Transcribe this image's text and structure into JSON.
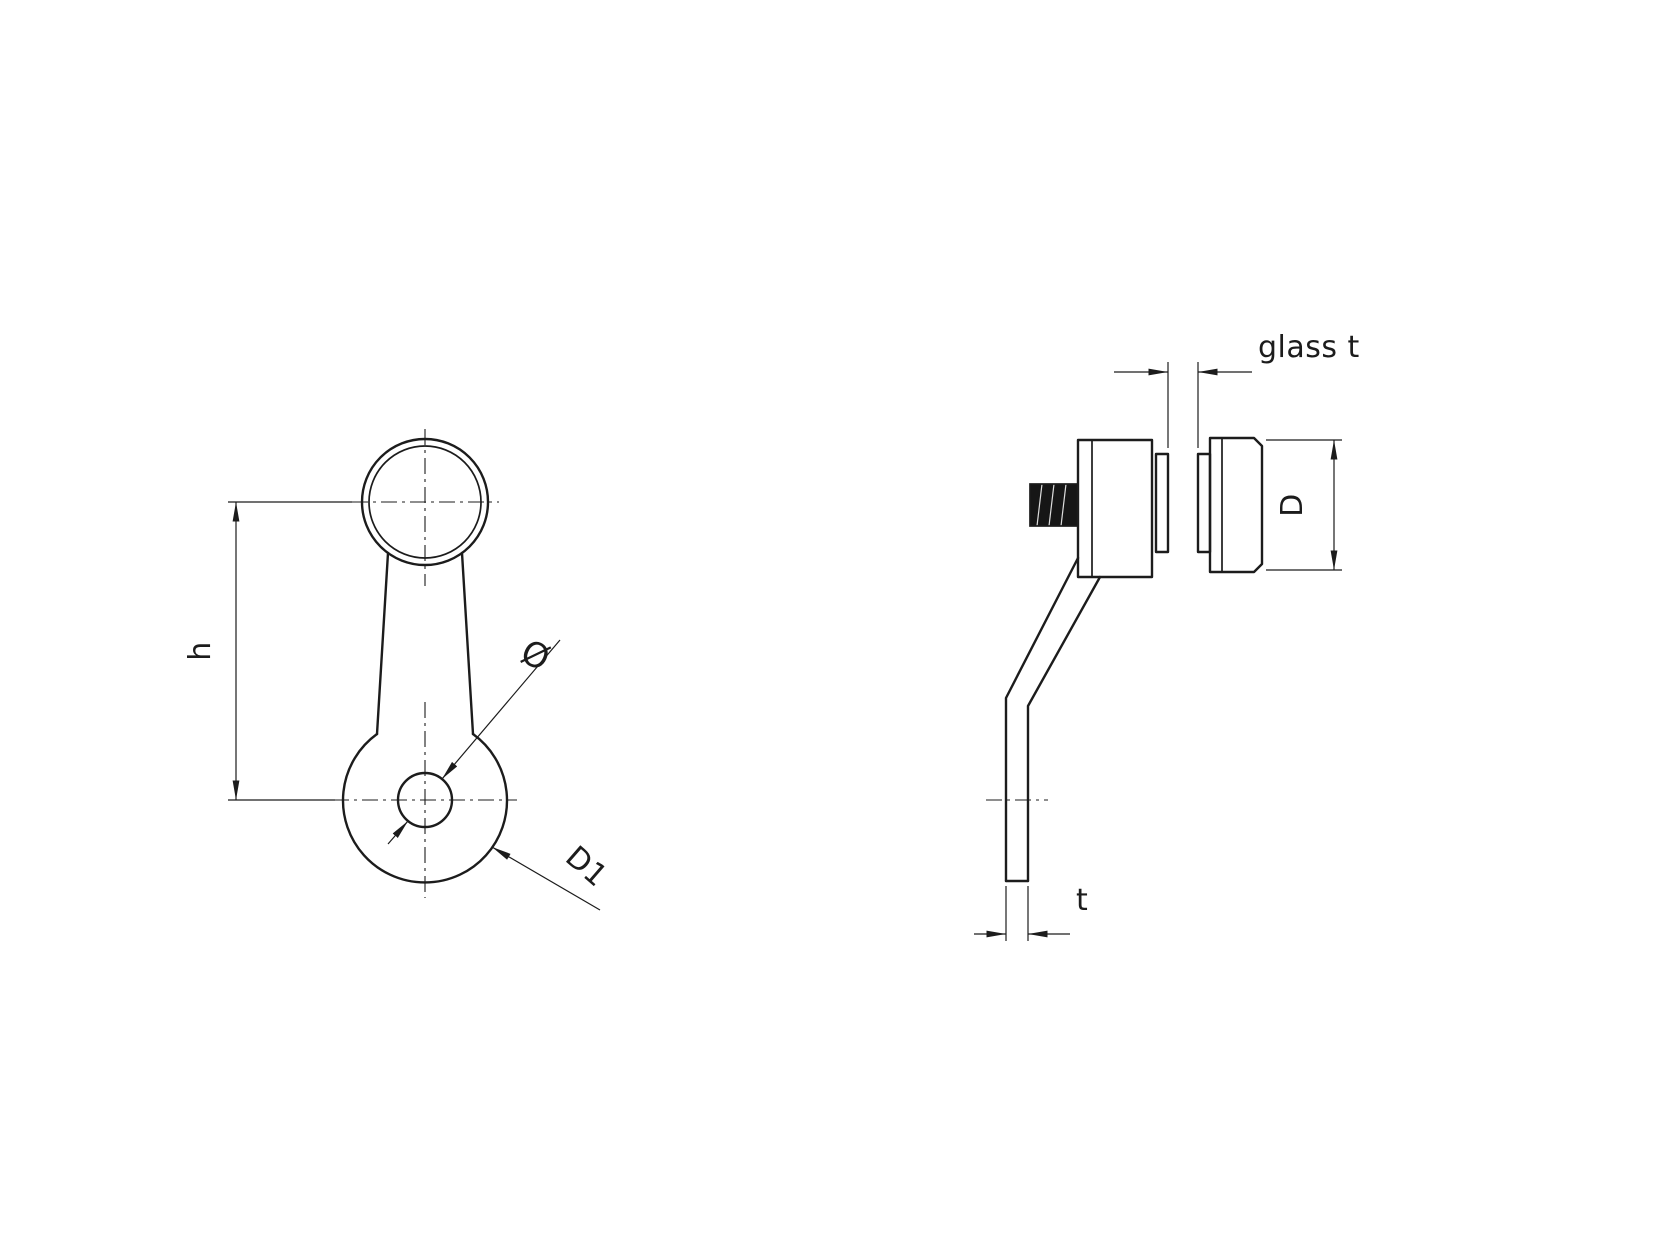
{
  "colors": {
    "line": "#1c1c1c",
    "background": "#ffffff"
  },
  "front_view": {
    "dim_height_label": "h",
    "dim_hole_diameter_label": "Ø",
    "dim_disc_diameter_label": "D1"
  },
  "side_view": {
    "dim_glass_thickness_label": "glass t",
    "dim_outer_diameter_label": "D",
    "dim_arm_thickness_label": "t"
  }
}
